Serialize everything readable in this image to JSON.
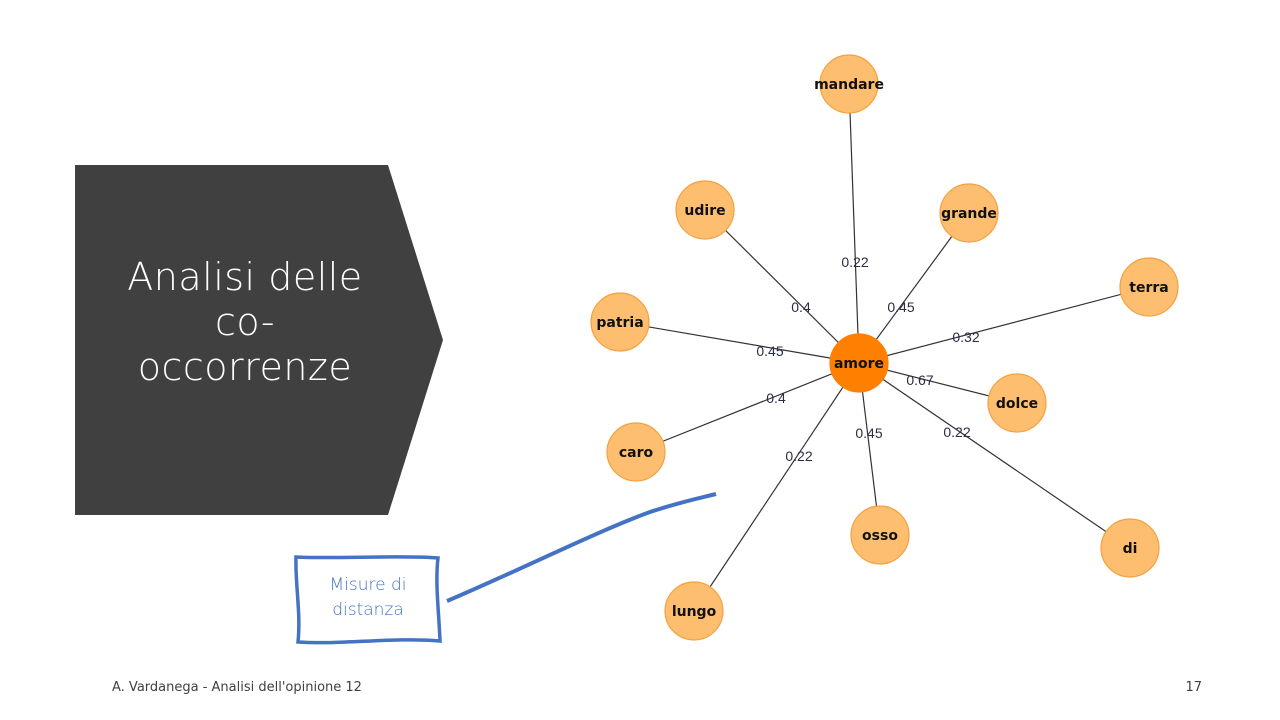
{
  "slide": {
    "title_lines": [
      "Analisi delle",
      "co-",
      "occorrenze"
    ],
    "footer": "A. Vardanega - Analisi dell'opinione 12",
    "page_number": "17",
    "colors": {
      "title_shape": "#404040",
      "center_node": "#ff7f00",
      "leaf_node": "#fdbe6f",
      "node_border": "#f5a040",
      "edge": "#333333",
      "callout": "#4472c4"
    }
  },
  "callout": {
    "lines": [
      "Misure di",
      "distanza"
    ]
  },
  "graph": {
    "center": "amore",
    "nodes": [
      "amore",
      "mandare",
      "udire",
      "grande",
      "terra",
      "patria",
      "dolce",
      "caro",
      "osso",
      "di",
      "lungo"
    ],
    "edges": [
      {
        "target": "mandare",
        "weight": "0.22"
      },
      {
        "target": "udire",
        "weight": "0.4"
      },
      {
        "target": "grande",
        "weight": "0.45"
      },
      {
        "target": "terra",
        "weight": "0.32"
      },
      {
        "target": "patria",
        "weight": "0.45"
      },
      {
        "target": "dolce",
        "weight": "0.67"
      },
      {
        "target": "caro",
        "weight": "0.4"
      },
      {
        "target": "osso",
        "weight": "0.45"
      },
      {
        "target": "di",
        "weight": "0.22"
      },
      {
        "target": "lungo",
        "weight": "0.22"
      }
    ]
  }
}
